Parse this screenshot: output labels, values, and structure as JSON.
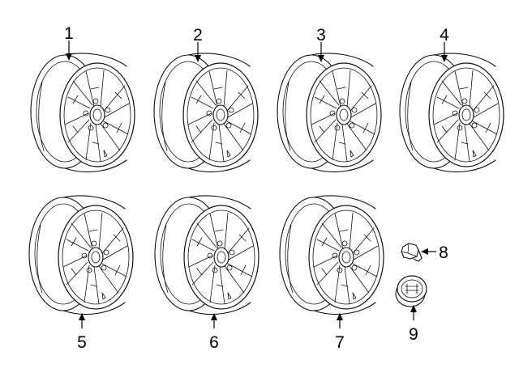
{
  "parts": [
    {
      "callout": "1",
      "part": "wheel"
    },
    {
      "callout": "2",
      "part": "wheel"
    },
    {
      "callout": "3",
      "part": "wheel"
    },
    {
      "callout": "4",
      "part": "wheel"
    },
    {
      "callout": "5",
      "part": "wheel"
    },
    {
      "callout": "6",
      "part": "wheel"
    },
    {
      "callout": "7",
      "part": "wheel"
    },
    {
      "callout": "8",
      "part": "lug-nut"
    },
    {
      "callout": "9",
      "part": "center-cap"
    }
  ],
  "colors": {
    "line": "#111111",
    "background": "#ffffff"
  },
  "icons": {
    "wheel": "alloy-wheel-icon",
    "lug-nut": "lug-nut-icon",
    "center-cap": "center-cap-icon"
  }
}
